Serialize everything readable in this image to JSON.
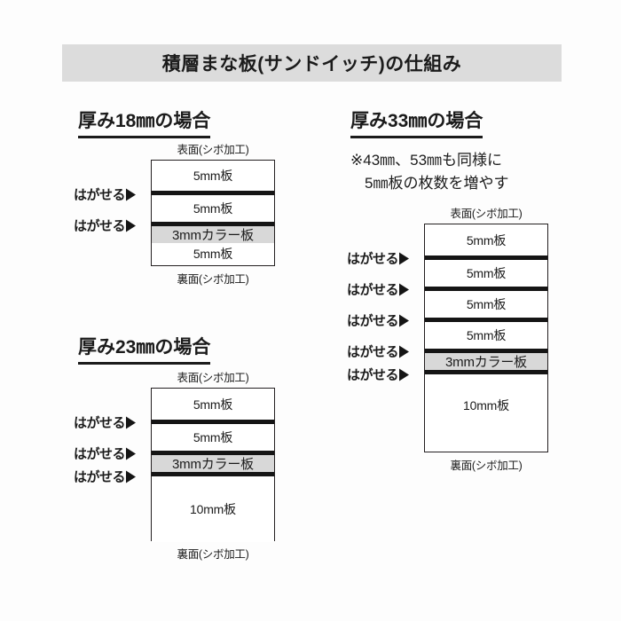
{
  "title": {
    "text": "積層まな板(サンドイッチ)の仕組み"
  },
  "colors": {
    "background": "#fdfdfd",
    "banner_background": "#dcdcdc",
    "color_layer_fill": "#d8d8d8",
    "ink": "#231f20",
    "separator": "#151515"
  },
  "labels": {
    "face_top": "表面(シボ加工)",
    "face_bottom": "裏面(シボ加工)",
    "peel": "はがせる",
    "arrow_icon": "right-triangle-arrow"
  },
  "sections": [
    {
      "id": "thickness-18",
      "heading": "厚み18㎜の場合",
      "note": null,
      "face_top": "表面(シボ加工)",
      "face_bottom": "裏面(シボ加工)",
      "layers": [
        {
          "label": "5mm板",
          "type": "plain",
          "peelable_above": false
        },
        {
          "label": "5mm板",
          "type": "plain",
          "peelable_above": true
        },
        {
          "label": "3mmカラー板",
          "type": "color",
          "peelable_above": true
        },
        {
          "label": "5mm板",
          "type": "plain",
          "peelable_above": false
        }
      ]
    },
    {
      "id": "thickness-23",
      "heading": "厚み23㎜の場合",
      "note": null,
      "face_top": "表面(シボ加工)",
      "face_bottom": "裏面(シボ加工)",
      "layers": [
        {
          "label": "5mm板",
          "type": "plain",
          "peelable_above": false
        },
        {
          "label": "5mm板",
          "type": "plain",
          "peelable_above": true
        },
        {
          "label": "3mmカラー板",
          "type": "color",
          "peelable_above": true
        },
        {
          "label": "10mm板",
          "type": "plain",
          "peelable_above": true
        }
      ]
    },
    {
      "id": "thickness-33",
      "heading": "厚み33㎜の場合",
      "note_line_1": "※43㎜、53㎜も同様に",
      "note_line_2": "5㎜板の枚数を増やす",
      "face_top": "表面(シボ加工)",
      "face_bottom": "裏面(シボ加工)",
      "layers": [
        {
          "label": "5mm板",
          "type": "plain",
          "peelable_above": false
        },
        {
          "label": "5mm板",
          "type": "plain",
          "peelable_above": true
        },
        {
          "label": "5mm板",
          "type": "plain",
          "peelable_above": true
        },
        {
          "label": "5mm板",
          "type": "plain",
          "peelable_above": true
        },
        {
          "label": "3mmカラー板",
          "type": "color",
          "peelable_above": true
        },
        {
          "label": "10mm板",
          "type": "plain",
          "peelable_above": true
        }
      ]
    }
  ]
}
